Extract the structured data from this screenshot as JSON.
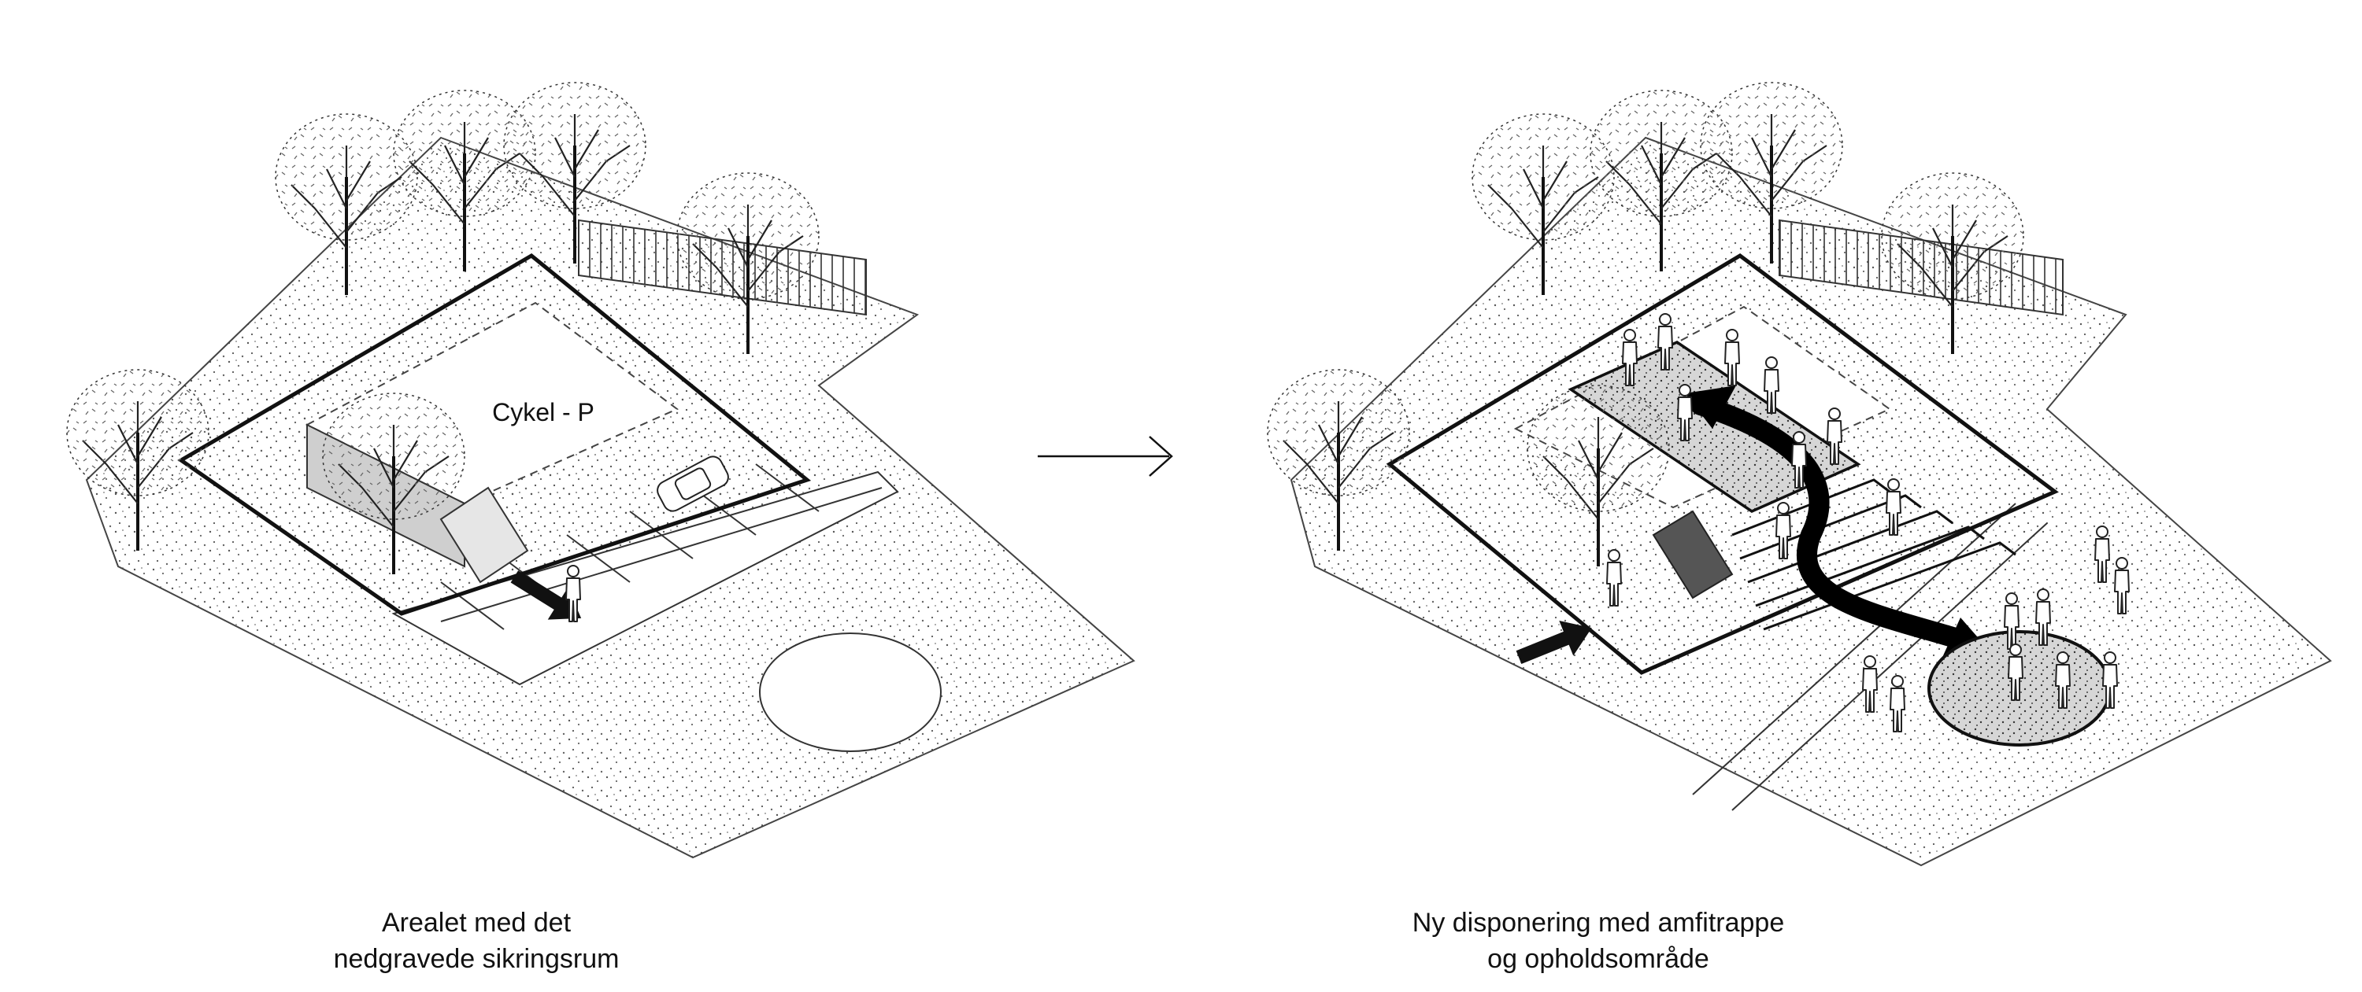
{
  "left_panel": {
    "label": "Cykel - P",
    "caption": [
      "Arealet med det",
      "nedgravede sikringsrum"
    ]
  },
  "right_panel": {
    "caption": [
      "Ny disponering med amfitrappe",
      "og opholdsområde"
    ]
  }
}
